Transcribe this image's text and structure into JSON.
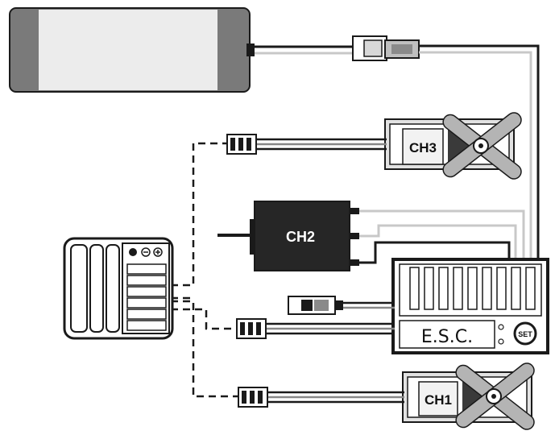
{
  "labels": {
    "ch1": "CH1",
    "ch2": "CH2",
    "ch3": "CH3",
    "esc": "E.S.C.",
    "set": "SET"
  },
  "colors": {
    "outline": "#1a1a1a",
    "battery_fill": "#e9e9e9",
    "battery_caps": "#7a7a7a",
    "motor_fill": "#262626",
    "light_wire": "#c8c8c8",
    "servo_fill": "#e2e2e2",
    "servo_arm": "#b4b4b4"
  },
  "icons": [
    "battery-pack-icon",
    "power-connector-icon",
    "servo-icon",
    "motor-icon",
    "switch-icon",
    "receiver-icon",
    "esc-icon",
    "set-button-icon"
  ]
}
